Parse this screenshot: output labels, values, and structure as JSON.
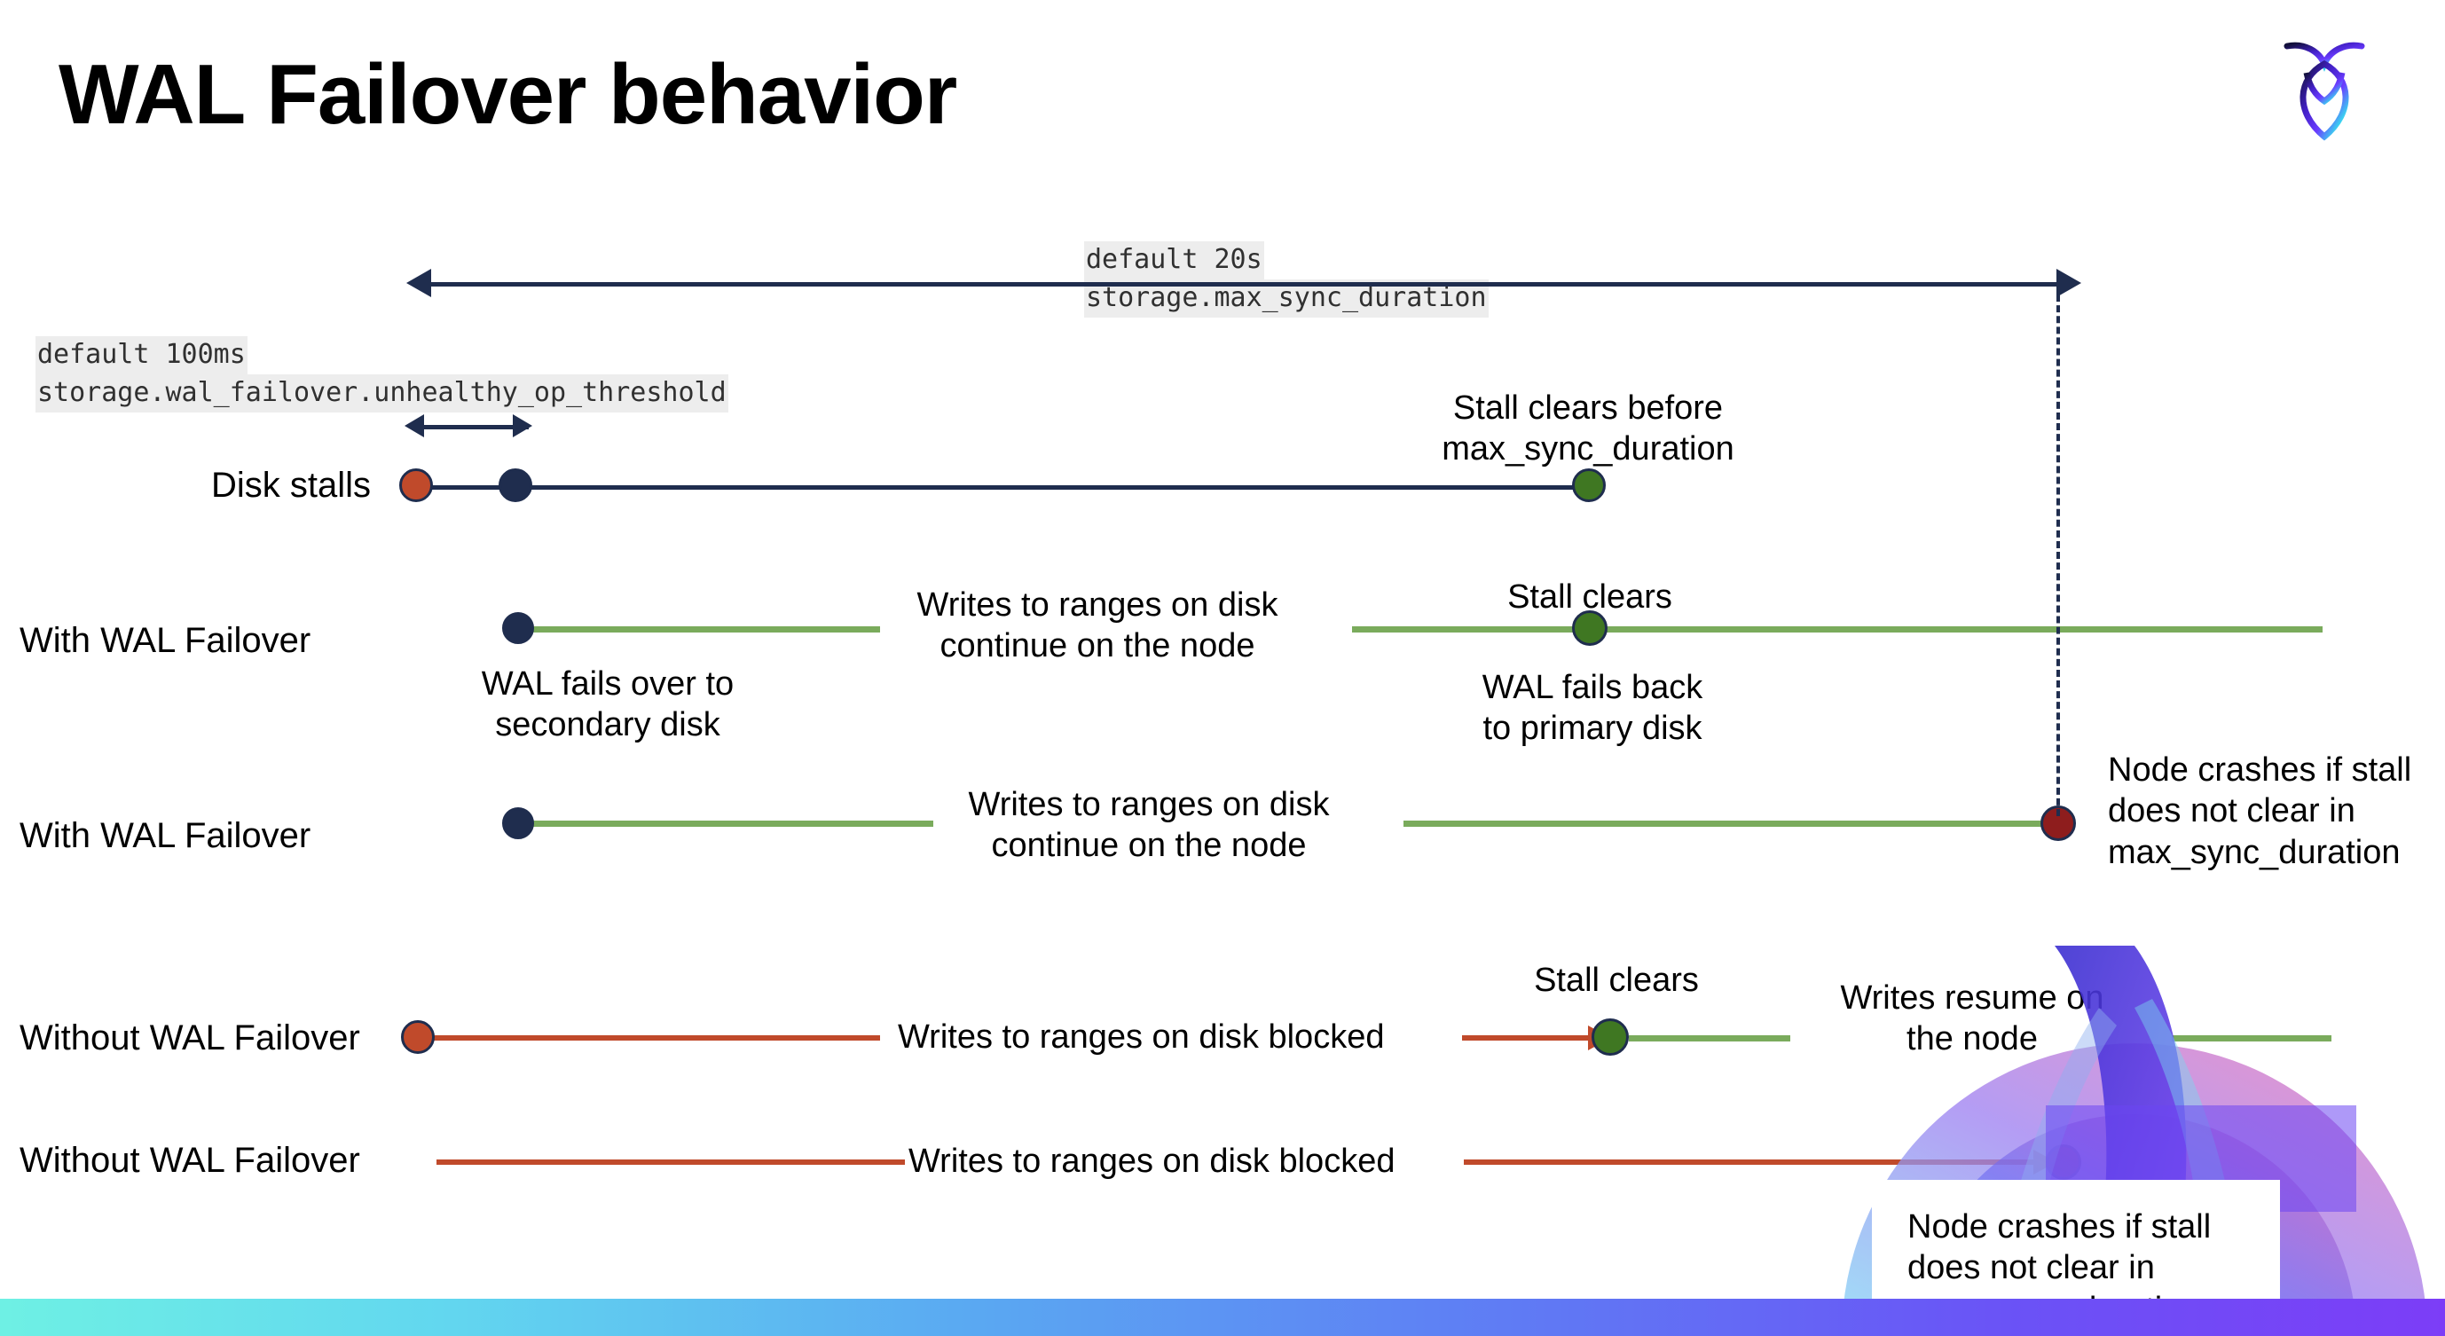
{
  "slide": {
    "title": "WAL Failover behavior",
    "logo_name": "cockroachdb-logo"
  },
  "annotations": {
    "max_sync": {
      "default": "default 20s",
      "setting": "storage.max_sync_duration"
    },
    "unhealthy_threshold": {
      "default": "default 100ms",
      "setting": "storage.wal_failover.unhealthy_op_threshold"
    }
  },
  "rows": [
    {
      "label": "Disk stalls",
      "notes": [
        "Stall clears before\nmax_sync_duration"
      ]
    },
    {
      "label": "With WAL Failover",
      "notes": [
        "Writes to ranges on disk\ncontinue on the node",
        "Stall clears",
        "WAL fails over to\nsecondary disk",
        "WAL fails  back\nto primary disk"
      ]
    },
    {
      "label": "With WAL Failover",
      "notes": [
        "Writes to ranges on disk\ncontinue on the node",
        "Node crashes if stall\ndoes not clear in\nmax_sync_duration"
      ]
    },
    {
      "label": "Without WAL Failover",
      "notes": [
        "Writes to ranges on disk  blocked",
        "Stall clears",
        "Writes resume on\nthe node"
      ]
    },
    {
      "label": "Without WAL Failover",
      "notes": [
        "Writes to ranges on disk  blocked",
        "Node crashes if stall\ndoes not clear in\nmax_sync_duration"
      ]
    }
  ],
  "colors": {
    "navy": "#1f2d4e",
    "green_line": "#7aab5c",
    "green_dot": "#3f7722",
    "red_line": "#c04a2b",
    "red_dot": "#c04a2b",
    "dark_red_dot": "#8e1d1d",
    "chip_bg": "#ededed"
  }
}
